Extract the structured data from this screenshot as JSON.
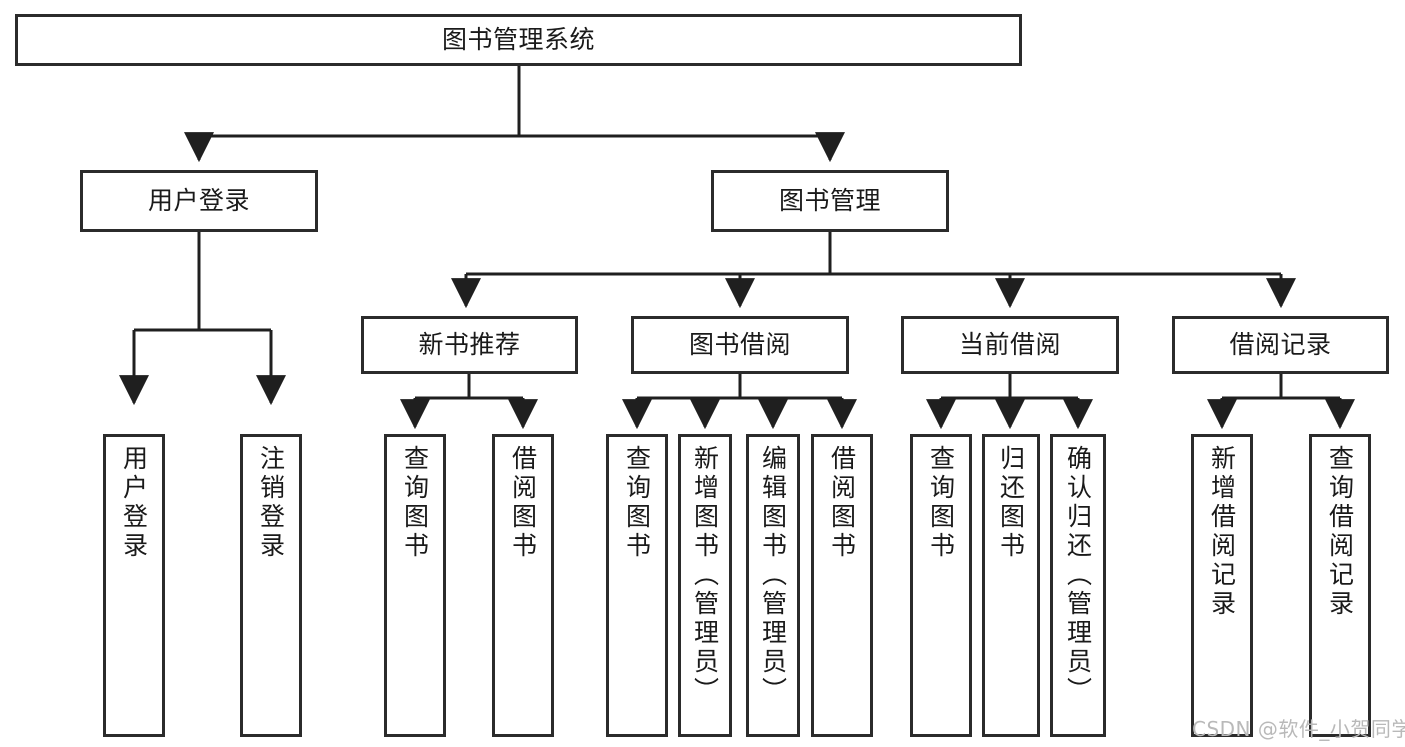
{
  "diagram": {
    "title": "图书管理系统",
    "type": "tree-hierarchy",
    "orientation": "top-down",
    "colors": {
      "box_border": "#2b2b2b",
      "box_fill": "#ffffff",
      "connector": "#1f1f1f",
      "text": "#1a1a1a",
      "watermark": "#b9b9b9",
      "background": "#ffffff"
    }
  },
  "root": {
    "label": "图书管理系统"
  },
  "level2": [
    {
      "label": "用户登录"
    },
    {
      "label": "图书管理"
    }
  ],
  "level3": [
    {
      "label": "新书推荐"
    },
    {
      "label": "图书借阅"
    },
    {
      "label": "当前借阅"
    },
    {
      "label": "借阅记录"
    }
  ],
  "leaves": {
    "user_login": [
      {
        "label": "用户登录"
      },
      {
        "label": "注销登录"
      }
    ],
    "new_book_recommend": [
      {
        "label": "查询图书"
      },
      {
        "label": "借阅图书"
      }
    ],
    "book_borrow": [
      {
        "label": "查询图书"
      },
      {
        "label": "新增图书（管理员）"
      },
      {
        "label": "编辑图书（管理员）"
      },
      {
        "label": "借阅图书"
      }
    ],
    "current_borrow": [
      {
        "label": "查询图书"
      },
      {
        "label": "归还图书"
      },
      {
        "label": "确认归还（管理员）"
      }
    ],
    "borrow_record": [
      {
        "label": "新增借阅记录"
      },
      {
        "label": "查询借阅记录"
      }
    ]
  },
  "watermark": {
    "text": "CSDN @软件_小贺同学"
  }
}
